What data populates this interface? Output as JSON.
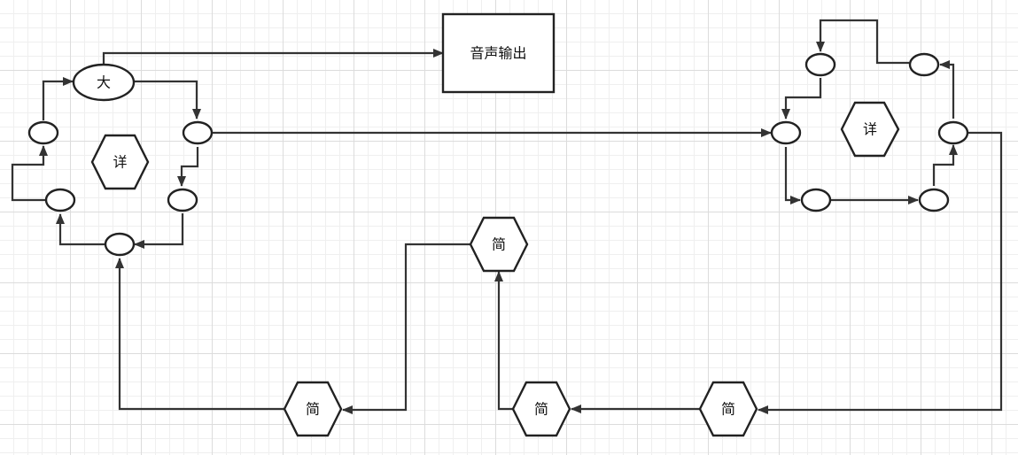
{
  "diagram": {
    "output_box": {
      "label": "音声输出"
    },
    "big_node": {
      "label": "大"
    },
    "detail_left": {
      "label": "详"
    },
    "detail_right": {
      "label": "详"
    },
    "simple_center": {
      "label": "简"
    },
    "simple_bottom_left": {
      "label": "简"
    },
    "simple_bottom_middle": {
      "label": "简"
    },
    "simple_bottom_right": {
      "label": "简"
    }
  },
  "colors": {
    "stroke": "#222222",
    "fill": "#ffffff",
    "grid": "#dcdcdc"
  }
}
